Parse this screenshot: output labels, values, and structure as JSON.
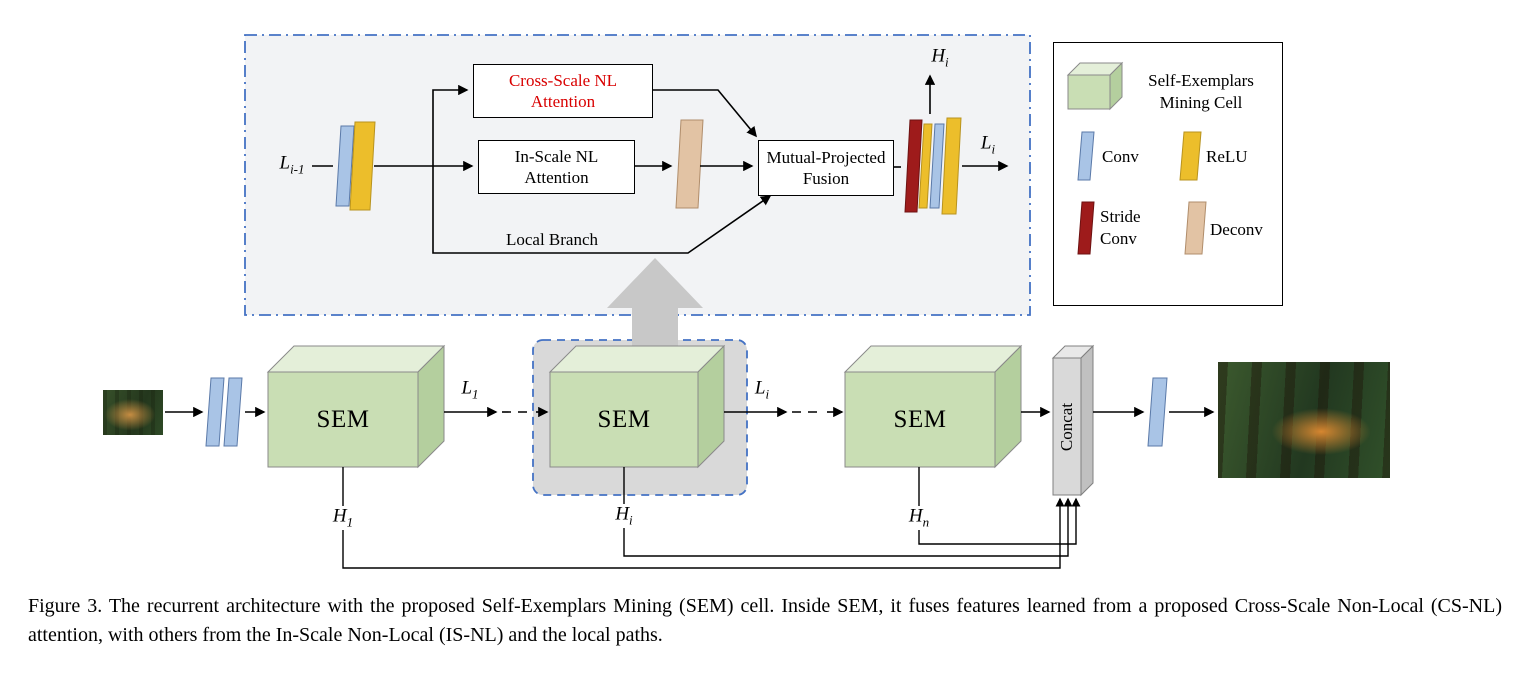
{
  "figure": {
    "caption": "Figure 3. The recurrent architecture with the proposed Self-Exemplars Mining (SEM) cell. Inside SEM, it fuses features learned from a proposed Cross-Scale Non-Local (CS-NL) attention, with others from the In-Scale Non-Local (IS-NL) and the local paths."
  },
  "inset": {
    "input_label": {
      "base": "L",
      "sub": "i-1"
    },
    "cross_scale_box": {
      "line1": "Cross-Scale NL",
      "line2": "Attention"
    },
    "in_scale_box": {
      "line1": "In-Scale NL",
      "line2": "Attention"
    },
    "fusion_box": {
      "line1": "Mutual-Projected",
      "line2": "Fusion"
    },
    "local_branch_label": "Local Branch",
    "hidden_label": {
      "base": "H",
      "sub": "i"
    },
    "output_label": {
      "base": "L",
      "sub": "i"
    }
  },
  "legend": {
    "sem_cell": {
      "line1": "Self-Exemplars",
      "line2": "Mining Cell"
    },
    "conv": "Conv",
    "relu": "ReLU",
    "stride_conv": {
      "line1": "Stride",
      "line2": "Conv"
    },
    "deconv": "Deconv"
  },
  "pipeline": {
    "sem_label": "SEM",
    "concat_label": "Concat",
    "l1": {
      "base": "L",
      "sub": "1"
    },
    "li": {
      "base": "L",
      "sub": "i"
    },
    "h1": {
      "base": "H",
      "sub": "1"
    },
    "hi": {
      "base": "H",
      "sub": "i"
    },
    "hn": {
      "base": "H",
      "sub": "n"
    }
  },
  "colors": {
    "conv": "#a9c4e6",
    "relu": "#ecbe2b",
    "stride_conv": "#9e1b1b",
    "deconv": "#e2c3a4",
    "sem_front": "#c9deb4",
    "sem_top": "#e4efd9",
    "sem_side": "#b4cf9e",
    "concat": "#d9d9d9",
    "inset_border": "#4472c4",
    "attention_text": "#d90000",
    "highlight_fill": "#d9d9d9",
    "block_arrow": "#c8c8c8"
  }
}
